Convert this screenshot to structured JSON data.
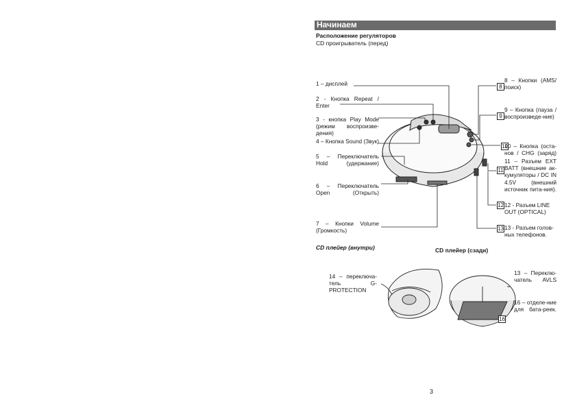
{
  "header": {
    "title": "Начинаем"
  },
  "section": {
    "title": "Расположение регуляторов",
    "subtitle": "CD проигрыватель (перед)"
  },
  "left_labels": [
    "1 – дисплей",
    "2 - Кнопка Repeat / Enter",
    "3 - кнопка Play Mode (режим воспроизве-дения)",
    "4 – Кнопка Sound (Звук)",
    "5 – Переключатель Hold (удержание)",
    "6 – Переключатель Open (Открыть)",
    "7 – Кнопки Volume (Громкость)"
  ],
  "right_labels": [
    "8 – Кнопки (AMS/ поиск)",
    "9 – Кнопка (пауза / воспроизведе-ние)",
    "10 – Кнопка (оста-нов / CHG (заряд)",
    "11 – Разъем EXT BATT (внешние ак-кумуляторы / DC IN 4.5V (внешний источник пита-ния).",
    "12 - Разъем LINE OUT (OPTICAL)",
    "13 - Разъем голов-ных телефонов."
  ],
  "number_boxes": [
    "8",
    "9",
    "10",
    "11",
    "12",
    "13",
    "16"
  ],
  "inside": {
    "caption": "CD плейер (внутри)",
    "label_14": "14 – переключа-тель G-PROTECTION"
  },
  "back": {
    "caption": "CD плейер (сзади)",
    "label_13": "13 – Переклю-чатель AVLS",
    "label_16": "16 – отделе-ние для бата-реек."
  },
  "page_number": "3"
}
